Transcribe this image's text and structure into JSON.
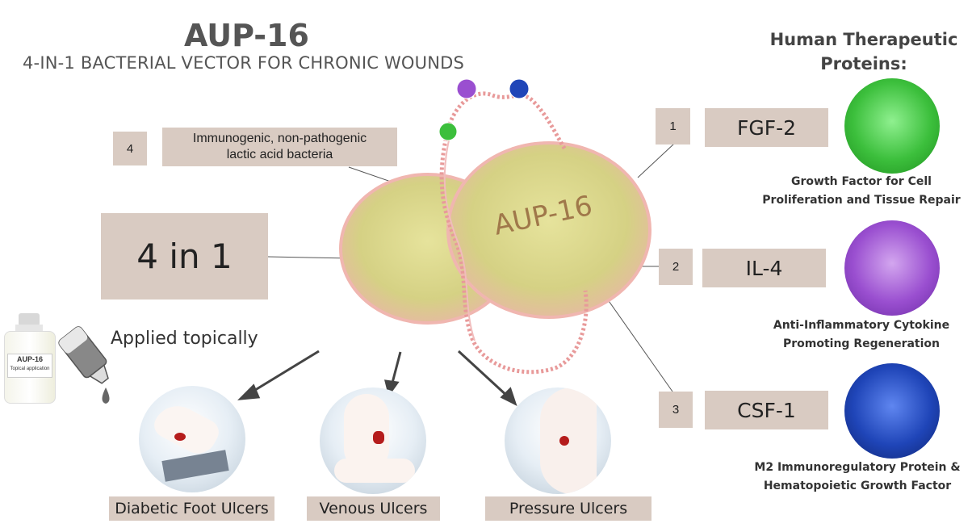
{
  "title": "AUP-16",
  "subtitle": "4-IN-1 BACTERIAL VECTOR FOR CHRONIC WOUNDS",
  "right_heading_line1": "Human Therapeutic",
  "right_heading_line2": "Proteins:",
  "bacteria_label": "AUP-16",
  "four_in_one": "4 in 1",
  "item4": {
    "number": "4",
    "text_line1": "Immunogenic, non-pathogenic",
    "text_line2": "lactic acid bacteria"
  },
  "proteins": [
    {
      "number": "1",
      "name": "FGF-2",
      "color": "#3cbf3c",
      "desc_line1": "Growth Factor for Cell",
      "desc_line2": "Proliferation and Tissue Repair"
    },
    {
      "number": "2",
      "name": "IL-4",
      "color": "#9a4fd0",
      "desc_line1": "Anti-Inflammatory Cytokine",
      "desc_line2": "Promoting Regeneration"
    },
    {
      "number": "3",
      "name": "CSF-1",
      "color": "#1f45b8",
      "desc_line1": "M2 Immunoregulatory Protein &",
      "desc_line2": "Hematopoietic Growth Factor"
    }
  ],
  "applied_topically": "Applied topically",
  "vial_label_line1": "AUP-16",
  "vial_label_line2": "Topical application",
  "ulcers": [
    {
      "label": "Diabetic Foot Ulcers"
    },
    {
      "label": "Venous Ulcers"
    },
    {
      "label": "Pressure Ulcers"
    }
  ],
  "colors": {
    "box": "#d9cbc2",
    "bacteria": "#d9d88a",
    "dna": "#e89a9a"
  }
}
